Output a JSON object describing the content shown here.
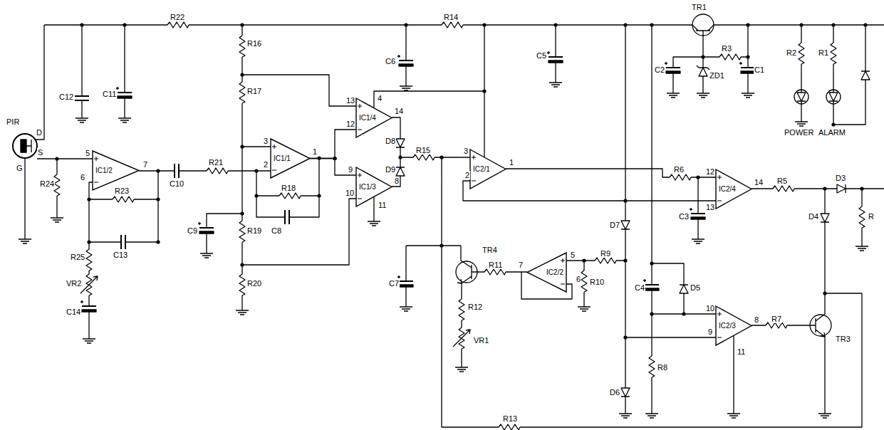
{
  "diagram": {
    "nodes": [
      {
        "text": [
          "IC1/2"
        ]
      },
      {
        "text": [
          "IC1/1"
        ]
      },
      {
        "text": [
          "IC1/4"
        ]
      },
      {
        "text": [
          "IC1/3"
        ]
      },
      {
        "text": [
          "IC2/1"
        ]
      },
      {
        "text": [
          "IC2/4"
        ]
      },
      {
        "text": [
          "IC2/2"
        ]
      },
      {
        "text": [
          "IC2/3"
        ]
      }
    ],
    "edges": [
      {
        "from": 1,
        "to": 2,
        "arrow": "none"
      },
      {
        "from": 1,
        "to": 3,
        "arrow": "none"
      }
    ],
    "labels": [
      "PIR",
      "D",
      "G",
      "S",
      "R24",
      "5",
      "6",
      "7",
      "R23",
      "C13",
      "R25",
      "VR2",
      "C14",
      "C12",
      "C11",
      "R22",
      "C10",
      "R21",
      "C9",
      "R19",
      "R20",
      "R16",
      "R17",
      "3",
      "2",
      "1",
      "R18",
      "C8",
      "13",
      "4",
      "14",
      "12",
      "9",
      "10",
      "8",
      "11",
      "D8",
      "D9",
      "R15",
      "R14",
      "C6",
      "C5",
      "3",
      "2",
      "1",
      "TR1",
      "R3",
      "C2",
      "ZD1",
      "C1",
      "R2",
      "R1",
      "POWER",
      "ALARM",
      "R6",
      "12",
      "13",
      "14",
      "C3",
      "R5",
      "D3",
      "D4",
      "R",
      "TR4",
      "R11",
      "7",
      "5",
      "6",
      "R9",
      "R10",
      "D7",
      "C7",
      "R12",
      "VR1",
      "C4",
      "D5",
      "R8",
      "D6",
      "10",
      "9",
      "8",
      "11",
      "R7",
      "TR3",
      "R13"
    ]
  }
}
